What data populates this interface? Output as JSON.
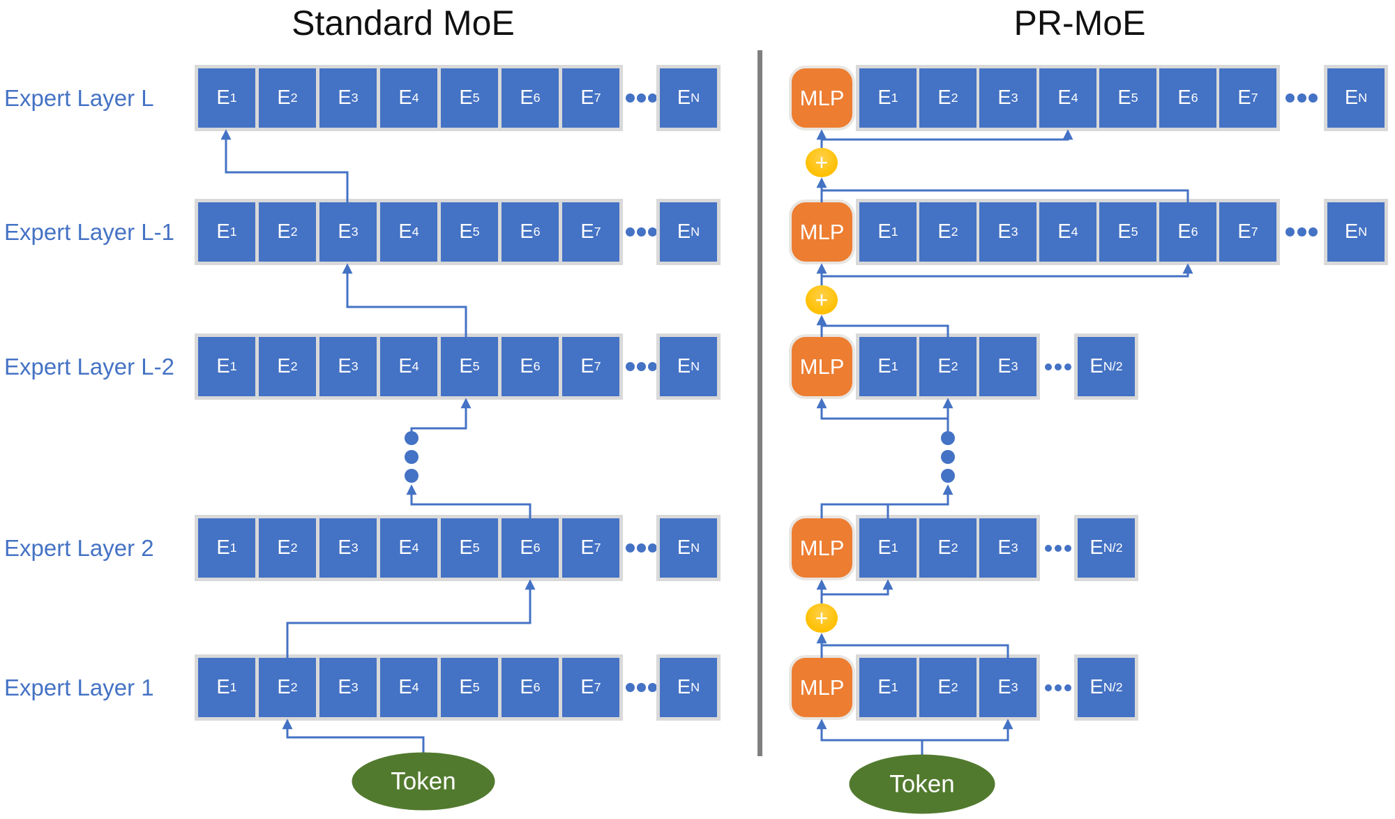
{
  "left_panel": {
    "title": "Standard MoE",
    "expert_base": "E",
    "rows": [
      {
        "label": "Expert Layer L",
        "experts": [
          "1",
          "2",
          "3",
          "4",
          "5",
          "6",
          "7"
        ],
        "last": "N"
      },
      {
        "label": "Expert Layer L-1",
        "experts": [
          "1",
          "2",
          "3",
          "4",
          "5",
          "6",
          "7"
        ],
        "last": "N"
      },
      {
        "label": "Expert Layer L-2",
        "experts": [
          "1",
          "2",
          "3",
          "4",
          "5",
          "6",
          "7"
        ],
        "last": "N"
      },
      {
        "label": "Expert Layer 2",
        "experts": [
          "1",
          "2",
          "3",
          "4",
          "5",
          "6",
          "7"
        ],
        "last": "N"
      },
      {
        "label": "Expert Layer 1",
        "experts": [
          "1",
          "2",
          "3",
          "4",
          "5",
          "6",
          "7"
        ],
        "last": "N"
      }
    ],
    "token_label": "Token",
    "selected_experts_top_to_bottom": [
      "E1",
      "E3",
      "E5",
      "E6",
      "E2"
    ],
    "routing_bottom_to_top": [
      "Token",
      "E2 (Expert Layer 1)",
      "E6 (Expert Layer 2)",
      "E5 (Expert Layer L-2)",
      "E3 (Expert Layer L-1)",
      "E1 (Expert Layer L)"
    ]
  },
  "right_panel": {
    "title": "PR-MoE",
    "expert_base": "E",
    "mlp_label": "MLP",
    "plus_label": "+",
    "rows": [
      {
        "type": "full",
        "mlp": "MLP",
        "experts": [
          "1",
          "2",
          "3",
          "4",
          "5",
          "6",
          "7"
        ],
        "last": "N"
      },
      {
        "type": "full",
        "mlp": "MLP",
        "experts": [
          "1",
          "2",
          "3",
          "4",
          "5",
          "6",
          "7"
        ],
        "last": "N"
      },
      {
        "type": "half",
        "mlp": "MLP",
        "experts": [
          "1",
          "2",
          "3"
        ],
        "last": "N/2"
      },
      {
        "type": "half",
        "mlp": "MLP",
        "experts": [
          "1",
          "2",
          "3"
        ],
        "last": "N/2"
      },
      {
        "type": "half",
        "mlp": "MLP",
        "experts": [
          "1",
          "2",
          "3"
        ],
        "last": "N/2"
      }
    ],
    "token_label": "Token",
    "selected_experts_top_to_bottom": [
      "E4",
      "E6",
      "E2",
      "E1",
      "E3"
    ],
    "sum_nodes_count": 3,
    "routing_bottom_to_top": [
      "Token",
      "MLP + E3",
      "(+)",
      "MLP + E1",
      "⋮",
      "MLP + E2",
      "(+)",
      "MLP + E6",
      "(+)",
      "MLP + E4"
    ]
  },
  "colors": {
    "expert_blue": "#4472C4",
    "mlp_orange": "#ED7D31",
    "plus_yellow": "#FFC000",
    "token_green": "#527A2E",
    "strip_gray": "#D9D9D9",
    "divider_gray": "#7F7F7F",
    "connector_blue": "#4472C4",
    "label_blue": "#4472C4",
    "title_black": "#111111"
  }
}
